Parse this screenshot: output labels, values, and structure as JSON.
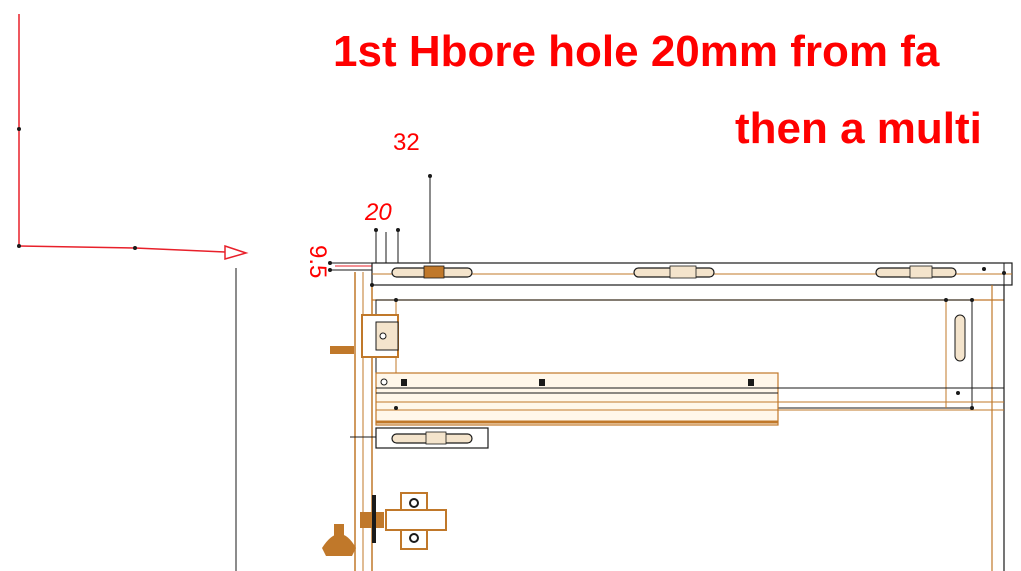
{
  "annotation": {
    "line1": "1st Hbore hole 20mm from fa",
    "line2": "then a multi"
  },
  "dimensions": {
    "d32": "32",
    "d20": "20",
    "d9_5": "9.5"
  },
  "colors": {
    "annotation": "#ff0000",
    "leader": "#e8202a",
    "part": "#c0782a",
    "outline": "#1a1a1a"
  }
}
